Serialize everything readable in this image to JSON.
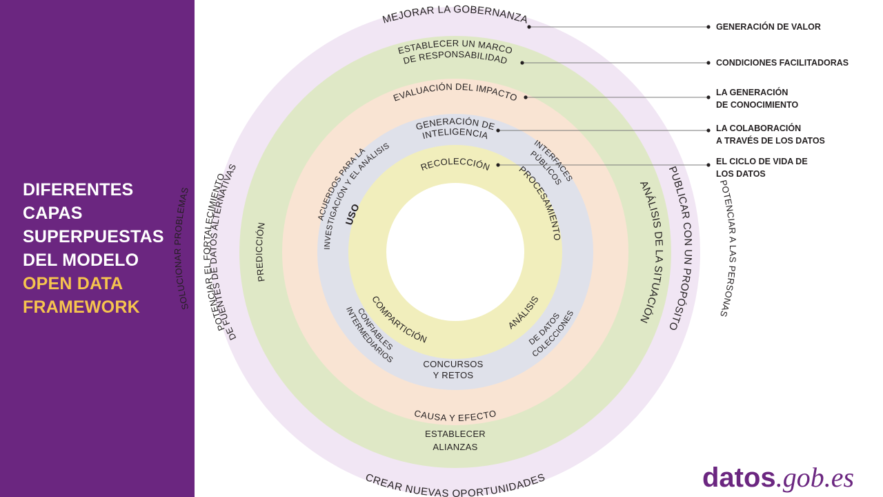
{
  "sidebar": {
    "title_lines": [
      "DIFERENTES",
      "CAPAS",
      "SUPERPUESTAS",
      "DEL MODELO"
    ],
    "accent_lines": [
      "OPEN DATA",
      "FRAMEWORK"
    ]
  },
  "colors": {
    "sidebar": "#6b2680",
    "accent": "#f6c44e",
    "ring_value": "#f1e6f4",
    "ring_enabling": "#dfe8c6",
    "ring_knowledge": "#f9e4d3",
    "ring_collaboration": "#dfe1ea",
    "ring_lifecycle": "#f1eebc",
    "center": "#ffffff"
  },
  "rings": {
    "value": {
      "top": "MEJORAR LA GOBERNANZA",
      "bottom": "CREAR NUEVAS OPORTUNIDADES",
      "left": "SOLUCIONAR PROBLEMAS",
      "right": "POTENCIAR A LAS PERSONAS"
    },
    "enabling": {
      "top_line1": "ESTABLECER UN MARCO",
      "top_line2": "DE RESPONSABILIDAD",
      "bottom_line1": "ESTABLECER",
      "bottom_line2": "ALIANZAS",
      "left_line1": "POTENCIAR EL FORTALECIMIENTO",
      "left_line2": "DE FUENTES DE DATOS ALTERNATIVAS",
      "right": "PUBLICAR CON UN PROPÓSITO"
    },
    "knowledge": {
      "top": "EVALUACIÓN DEL IMPACTO",
      "bottom": "CAUSA Y EFECTO",
      "left": "PREDICCIÓN",
      "right": "ANÁLISIS DE LA SITUACIÓN"
    },
    "collaboration": {
      "top_line1": "GENERACIÓN DE",
      "top_line2": "INTELIGENCIA",
      "bottom_line1": "CONCURSOS",
      "bottom_line2": "Y RETOS",
      "left_top_line1": "ACUERDOS PARA LA",
      "left_top_line2": "INVESTIGACIÓN Y EL ANÁLISIS",
      "right_top_line1": "INTERFACES",
      "right_top_line2": "PÚBLICOS",
      "left_bottom_line1": "INTERMEDIARIOS",
      "left_bottom_line2": "CONFIABLES",
      "right_bottom_line1": "COLECCIONES",
      "right_bottom_line2": "DE DATOS"
    },
    "lifecycle": {
      "top": "RECOLECCIÓN",
      "right": "PROCESAMIENTO",
      "bottom_right": "ANÁLISIS",
      "bottom_left": "COMPARTICIÓN",
      "left": "USO"
    }
  },
  "legend": [
    {
      "line1": "GENERACIÓN DE VALOR",
      "line2": ""
    },
    {
      "line1": "CONDICIONES FACILITADORAS",
      "line2": ""
    },
    {
      "line1": "LA GENERACIÓN",
      "line2": "DE CONOCIMIENTO"
    },
    {
      "line1": "LA COLABORACIÓN",
      "line2": "A TRAVÉS DE LOS DATOS"
    },
    {
      "line1": "EL CICLO DE VIDA DE",
      "line2": "LOS DATOS"
    }
  ],
  "logo": {
    "part1": "datos",
    "part2": ".gob.es"
  }
}
